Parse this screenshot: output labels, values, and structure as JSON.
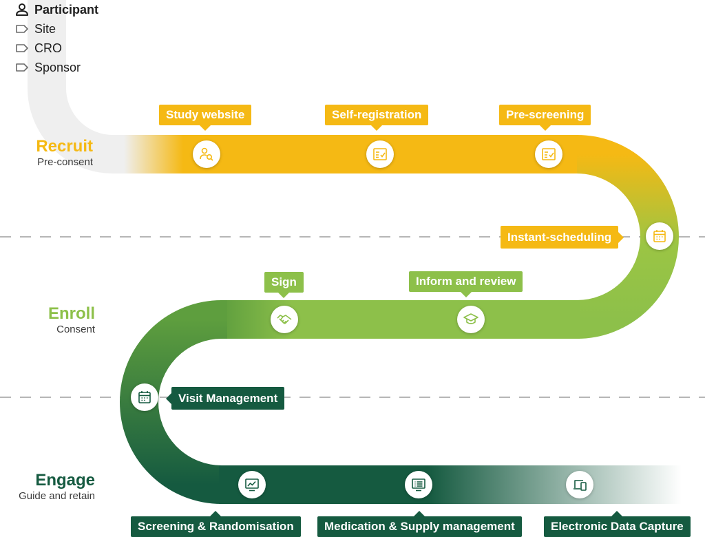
{
  "legend": [
    {
      "label": "Participant",
      "icon": "person-icon",
      "active": true
    },
    {
      "label": "Site",
      "icon": "tag-icon",
      "active": false
    },
    {
      "label": "CRO",
      "icon": "tag-icon",
      "active": false
    },
    {
      "label": "Sponsor",
      "icon": "tag-icon",
      "active": false
    }
  ],
  "stages": {
    "recruit": {
      "title": "Recruit",
      "subtitle": "Pre-consent",
      "color": "#f5b914"
    },
    "enroll": {
      "title": "Enroll",
      "subtitle": "Consent",
      "color": "#8dc04a"
    },
    "engage": {
      "title": "Engage",
      "subtitle": "Guide and retain",
      "color": "#155a40"
    }
  },
  "steps": {
    "study_website": "Study website",
    "self_registration": "Self-registration",
    "pre_screening": "Pre-screening",
    "instant_scheduling": "Instant-scheduling",
    "sign": "Sign",
    "inform_and_review": "Inform and review",
    "visit_management": "Visit Management",
    "screening_randomisation": "Screening & Randomisation",
    "medication_supply": "Medication & Supply management",
    "electronic_data_capture": "Electronic Data Capture"
  },
  "icons": {
    "study_website": "person-search-icon",
    "self_registration": "checklist-icon",
    "pre_screening": "checklist-icon",
    "instant_scheduling": "calendar-icon",
    "sign": "handshake-icon",
    "inform_and_review": "graduation-cap-icon",
    "visit_management": "calendar-icon",
    "screening_randomisation": "monitor-chart-icon",
    "medication_supply": "list-screen-icon",
    "electronic_data_capture": "devices-icon"
  },
  "colors": {
    "yellow": "#f5b914",
    "light_green": "#8dc04a",
    "dark_green": "#155a40",
    "track_grey": "#efefef",
    "divider": "#8a8a8a"
  }
}
